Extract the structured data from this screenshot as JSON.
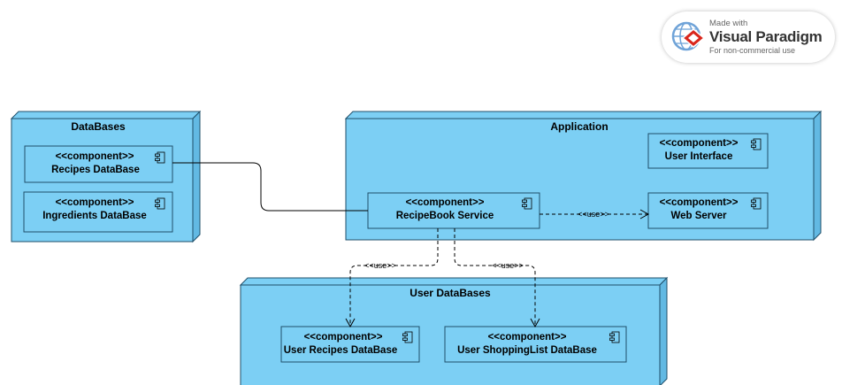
{
  "watermark": {
    "made_with": "Made with",
    "brand": "Visual Paradigm",
    "sub": "For non-commercial use"
  },
  "colors": {
    "node_fill": "#7ccff4",
    "node_edge": "#1f4f6a",
    "line": "#000000"
  },
  "nodes": {
    "databases": {
      "title": "DataBases",
      "components": [
        {
          "stereotype": "<<component>>",
          "name": "Recipes DataBase"
        },
        {
          "stereotype": "<<component>>",
          "name": "Ingredients DataBase"
        }
      ]
    },
    "application": {
      "title": "Application",
      "components": [
        {
          "stereotype": "<<component>>",
          "name": "User Interface"
        },
        {
          "stereotype": "<<component>>",
          "name": "RecipeBook Service"
        },
        {
          "stereotype": "<<component>>",
          "name": "Web Server"
        }
      ]
    },
    "user_databases": {
      "title": "User DataBases",
      "components": [
        {
          "stereotype": "<<component>>",
          "name": "User Recipes DataBase"
        },
        {
          "stereotype": "<<component>>",
          "name": "User ShoppingList DataBase"
        }
      ]
    }
  },
  "edges": {
    "service_to_webserver": "<<use>>",
    "service_to_user_recipes": "<<use>>",
    "service_to_user_shopping": "<<use>>"
  }
}
